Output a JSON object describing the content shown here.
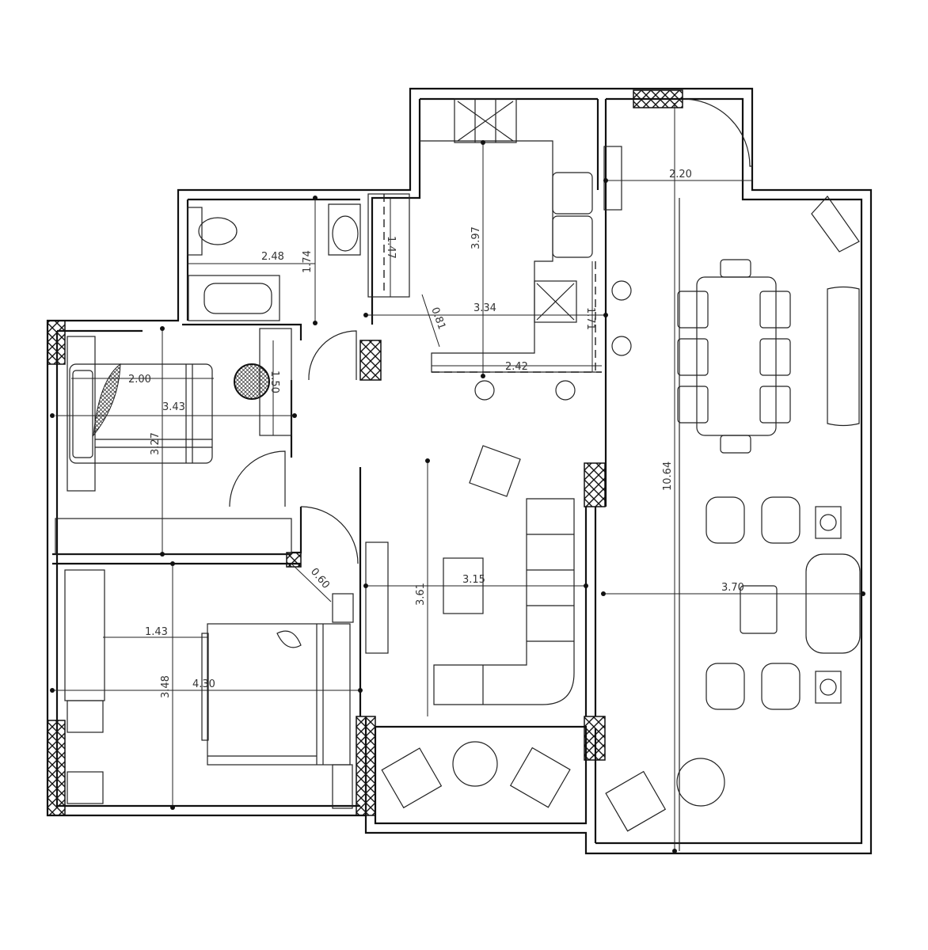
{
  "plan": {
    "line_color": "#111111",
    "background": "#ffffff",
    "dimensions": {
      "living_width": "2.20",
      "bath_width": "2.48",
      "bath_depth": "1.74",
      "kitchen_counter": "1.47",
      "kitchen_depth": "3.97",
      "kitchen_width": "3.34",
      "kitchen_passage": "0.81",
      "island_depth": "1.71",
      "island_width": "2.42",
      "bed1_bed_width": "2.00",
      "bed1_desk": "1.50",
      "bed1_width": "3.43",
      "bed1_depth": "3.27",
      "hall_door": "0.60",
      "living_depth": "3.61",
      "living_room_width": "3.15",
      "lounge_width": "3.70",
      "total_depth": "10.64",
      "bed2_closet": "1.43",
      "bed2_width": "4.30",
      "bed2_depth": "3.48"
    }
  }
}
